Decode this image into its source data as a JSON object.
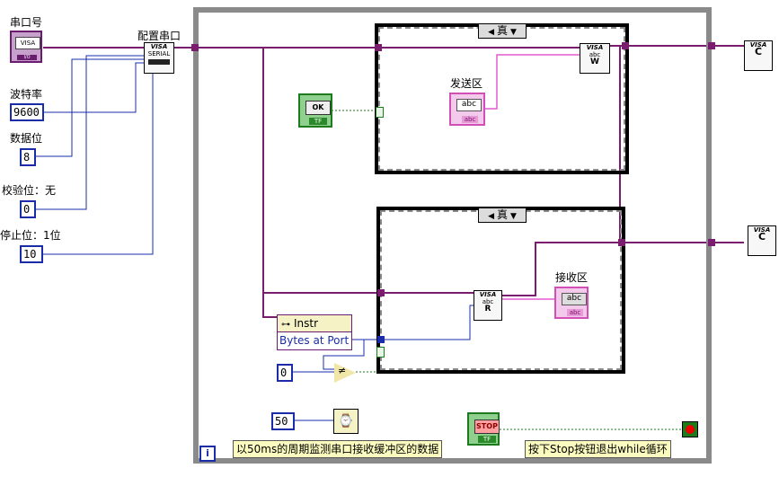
{
  "controls": {
    "visa_resource_label": "串口号",
    "visa_resource_glyph": "VISA",
    "baud_label": "波特率",
    "baud_value": "9600",
    "data_bits_label": "数据位",
    "data_bits_value": "8",
    "parity_label": "校验位：无",
    "parity_value": "0",
    "stop_bits_label": "停止位：1位",
    "stop_bits_value": "10"
  },
  "configure_node": {
    "label": "配置串口",
    "glyph_line1": "VISA",
    "glyph_line2": "SERIAL"
  },
  "case_top": {
    "selector_value": "真",
    "send_label": "发送区",
    "send_terminal": "abc",
    "write_glyph": "W"
  },
  "case_bottom": {
    "selector_value": "真",
    "recv_label": "接收区",
    "recv_terminal": "abc",
    "read_glyph": "R"
  },
  "ok_button": {
    "text": "OK",
    "foot": "TF"
  },
  "property_node": {
    "class": "Instr",
    "property": "Bytes at Port"
  },
  "compare_constant": "0",
  "wait_constant": "50",
  "wait_comment": "以50ms的周期监测串口接收缓冲区的数据",
  "stop_button": {
    "text": "STOP",
    "foot": "TF"
  },
  "stop_comment": "按下Stop按钮退出while循环",
  "iteration_glyph": "i",
  "close_glyph": "C",
  "colors": {
    "visa_wire": "#7a1d6e",
    "int_wire": "#1a2ca8",
    "string_wire": "#e35ad4",
    "bool_wire": "#1d7a1d",
    "loop_border": "#8a8a8a"
  }
}
